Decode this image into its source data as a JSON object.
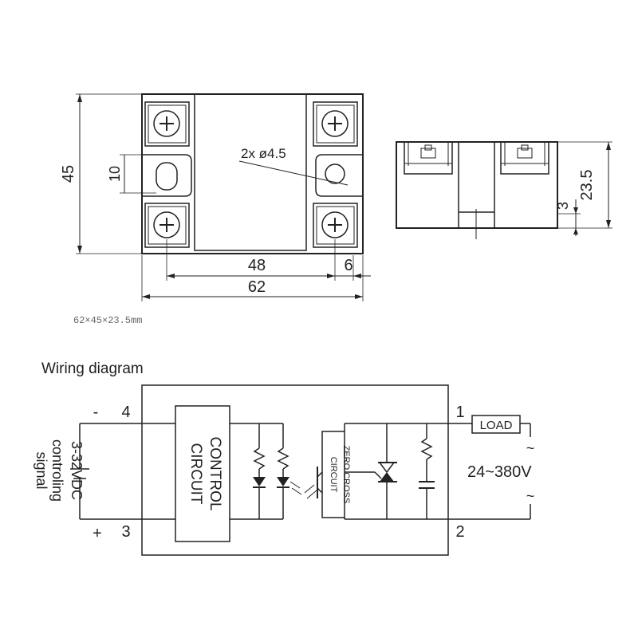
{
  "dimensions": {
    "height": "45",
    "slot": "10",
    "hole_spacing": "48",
    "edge_offset": "6",
    "width": "62",
    "hole_label": "2x ø4.5",
    "side_height": "23.5",
    "side_offset": "3",
    "size_note": "62×45×23.5mm"
  },
  "wiring": {
    "title": "Wiring diagram",
    "control_label_1": "CONTROL",
    "control_label_2": "CIRCUIT",
    "zero_cross_1": "ZERO CROSS",
    "zero_cross_2": "CIRCUIT",
    "load": "LOAD",
    "voltage": "24~380V",
    "ac_symbol_top": "~",
    "ac_symbol_bottom": "~",
    "terminal_1": "1",
    "terminal_2": "2",
    "terminal_3": "3",
    "terminal_4": "4",
    "minus": "-",
    "plus": "+",
    "dc_range": "3-32VDC",
    "controling": "controling",
    "signal": "signal"
  }
}
